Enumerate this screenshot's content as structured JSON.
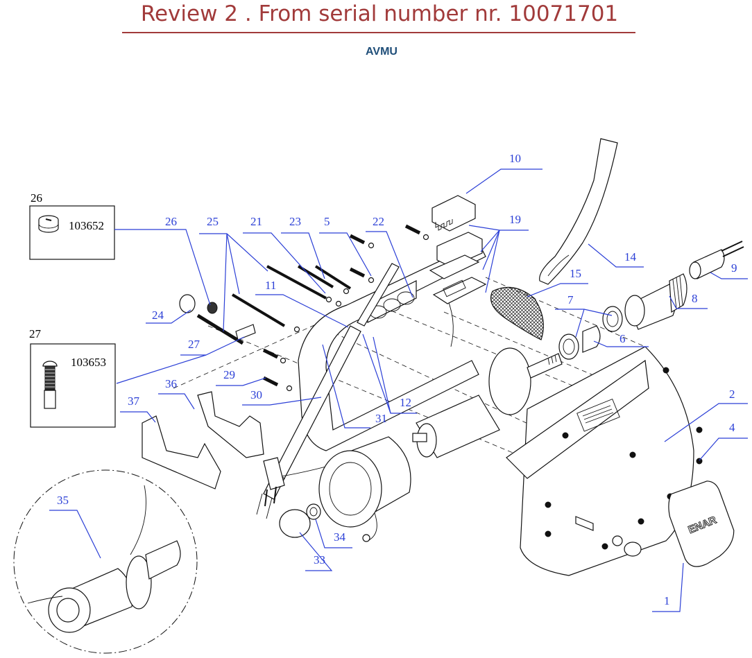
{
  "header": {
    "title": "Review 2 . From serial number nr. 10071701",
    "model": "AVMU"
  },
  "colors": {
    "title": "#a13a3a",
    "model": "#1f4e79",
    "callout": "#2b3fd6"
  },
  "detail_boxes": [
    {
      "item": "26",
      "code": "103652",
      "icon": "brush-cap-icon"
    },
    {
      "item": "27",
      "code": "103653",
      "icon": "carbon-brush-icon"
    }
  ],
  "callouts": {
    "c1": "1",
    "c2": "2",
    "c4": "4",
    "c5": "5",
    "c6": "6",
    "c7": "7",
    "c8": "8",
    "c9": "9",
    "c10": "10",
    "c11": "11",
    "c12": "12",
    "c14": "14",
    "c15": "15",
    "c19": "19",
    "c21": "21",
    "c22": "22",
    "c23": "23",
    "c24": "24",
    "c25": "25",
    "c26": "26",
    "c27": "27",
    "c29": "29",
    "c30": "30",
    "c31": "31",
    "c33": "33",
    "c34": "34",
    "c35": "35",
    "c36": "36",
    "c37": "37"
  },
  "logo_text": "ENAR"
}
